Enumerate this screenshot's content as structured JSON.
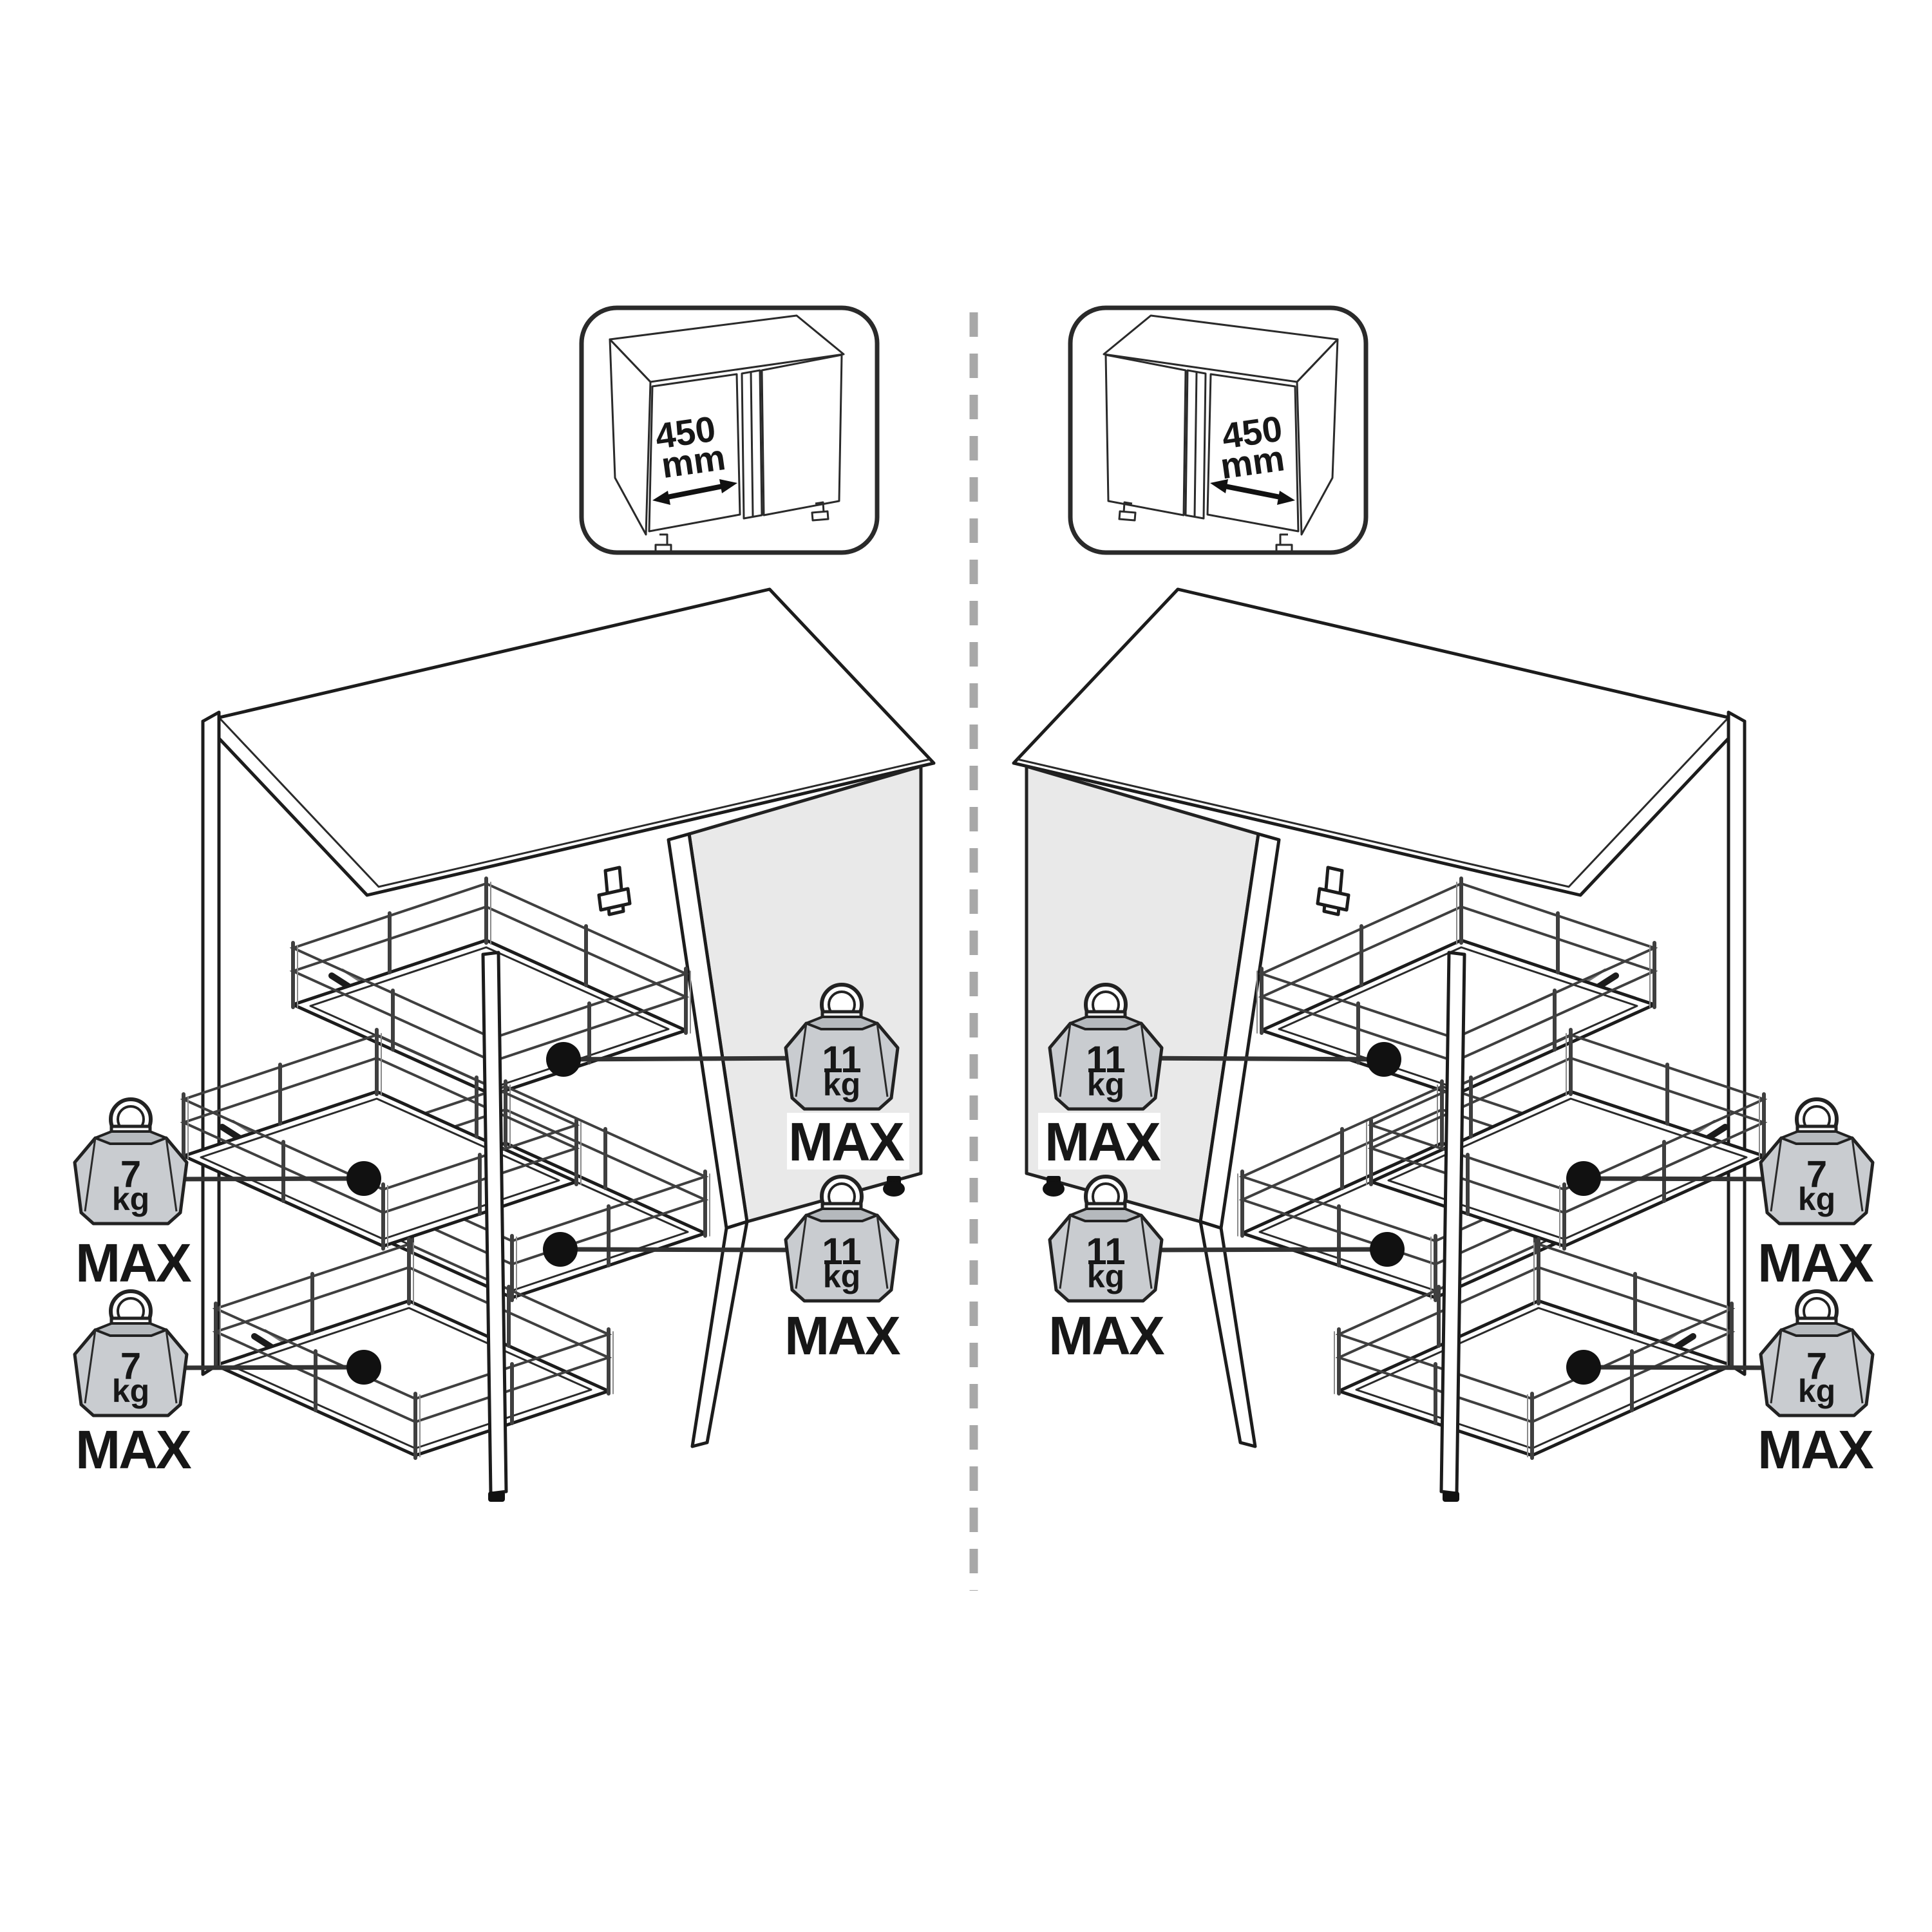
{
  "colors": {
    "background": "#ffffff",
    "line": "#1c1c1c",
    "door_shade": "#e9e9e9",
    "weight_fill": "#c9ccd0",
    "weight_top": "#b5b9bd",
    "divider": "#a8a8a8"
  },
  "divider": {
    "style": "dashed",
    "orientation": "vertical"
  },
  "left_panel": {
    "callout": {
      "value": "450",
      "unit": "mm"
    },
    "weights": {
      "left_top": {
        "value": "7",
        "unit": "kg",
        "label": "MAX"
      },
      "left_bottom": {
        "value": "7",
        "unit": "kg",
        "label": "MAX"
      },
      "right_top": {
        "value": "11",
        "unit": "kg",
        "label": "MAX"
      },
      "right_bottom": {
        "value": "11",
        "unit": "kg",
        "label": "MAX"
      }
    }
  },
  "right_panel": {
    "callout": {
      "value": "450",
      "unit": "mm"
    },
    "weights": {
      "left_top": {
        "value": "11",
        "unit": "kg",
        "label": "MAX"
      },
      "left_bottom": {
        "value": "11",
        "unit": "kg",
        "label": "MAX"
      },
      "right_top": {
        "value": "7",
        "unit": "kg",
        "label": "MAX"
      },
      "right_bottom": {
        "value": "7",
        "unit": "kg",
        "label": "MAX"
      }
    }
  }
}
